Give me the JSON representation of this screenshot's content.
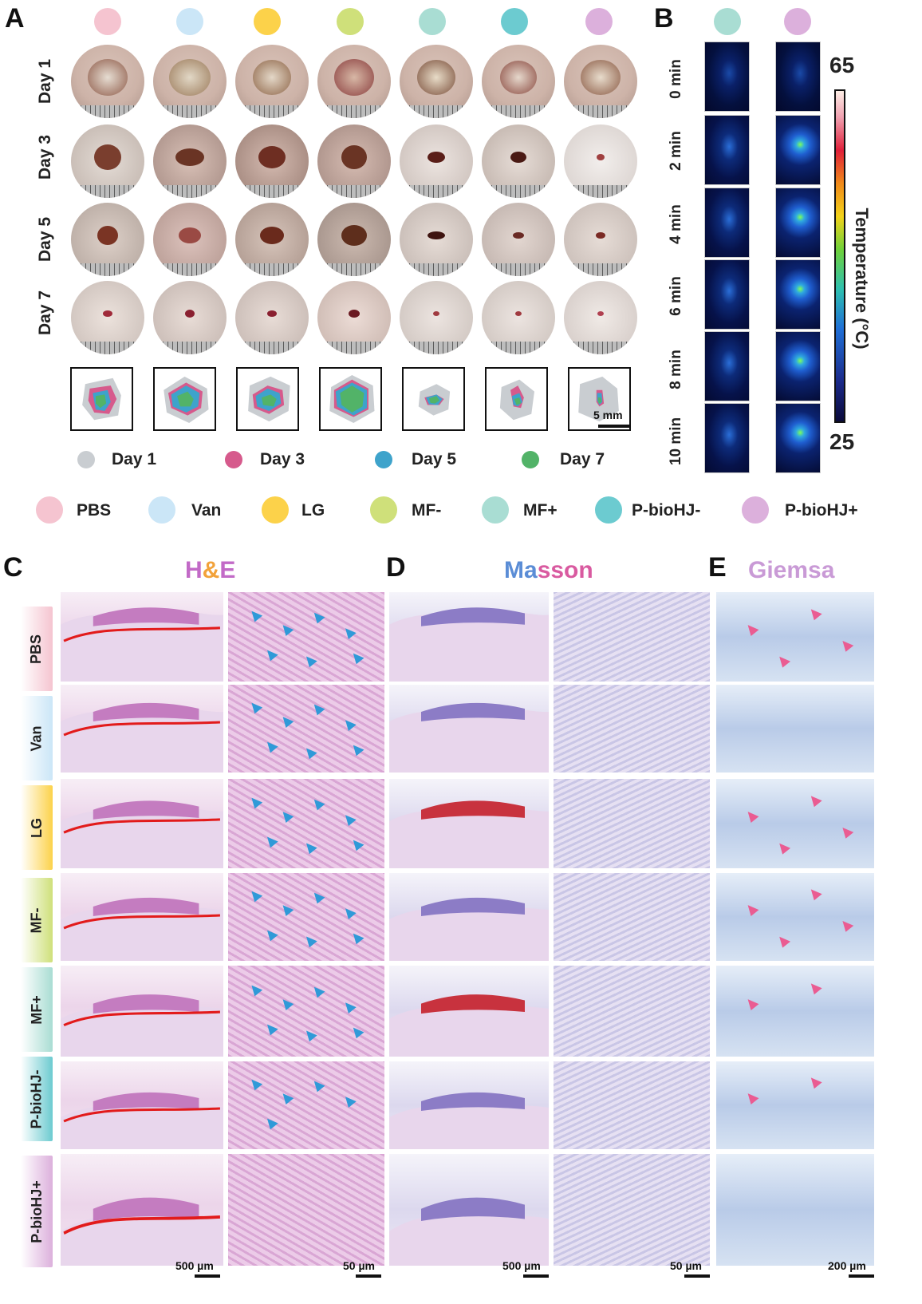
{
  "panels": {
    "A": "A",
    "B": "B",
    "C": "C",
    "D": "D",
    "E": "E"
  },
  "group_colors": [
    "#f5c4d0",
    "#cbe6f7",
    "#fcd24a",
    "#cfe07a",
    "#a9ddd3",
    "#6ccbd0",
    "#dcb0dc"
  ],
  "days": [
    "Day 1",
    "Day 3",
    "Day 5",
    "Day 7"
  ],
  "overlay_legend": [
    {
      "label": "Day 1",
      "color": "#c9cdd1"
    },
    {
      "label": "Day 3",
      "color": "#d65a8c"
    },
    {
      "label": "Day 5",
      "color": "#3ea3cb"
    },
    {
      "label": "Day 7",
      "color": "#52b368"
    }
  ],
  "scale_5mm": "5 mm",
  "times": [
    "0 min",
    "2 min",
    "4 min",
    "6 min",
    "8 min",
    "10 min"
  ],
  "colorbar": {
    "max": "65",
    "min": "25",
    "label": "Temperature (°C)"
  },
  "groups": [
    {
      "label": "PBS",
      "color": "#f5c4d0"
    },
    {
      "label": "Van",
      "color": "#cbe6f7"
    },
    {
      "label": "LG",
      "color": "#fcd24a"
    },
    {
      "label": "MF-",
      "color": "#cfe07a"
    },
    {
      "label": "MF+",
      "color": "#a9ddd3"
    },
    {
      "label": "P-bioHJ-",
      "color": "#6ccbd0"
    },
    {
      "label": "P-bioHJ+",
      "color": "#dcb0dc"
    }
  ],
  "stains": {
    "he": {
      "h": "H",
      "amp": "&",
      "e": "E"
    },
    "masson": {
      "m1": "Ma",
      "m2": "sson"
    },
    "giemsa": "Giemsa"
  },
  "scales": {
    "s500": "500 µm",
    "s50": "50 µm",
    "s200": "200 µm"
  }
}
